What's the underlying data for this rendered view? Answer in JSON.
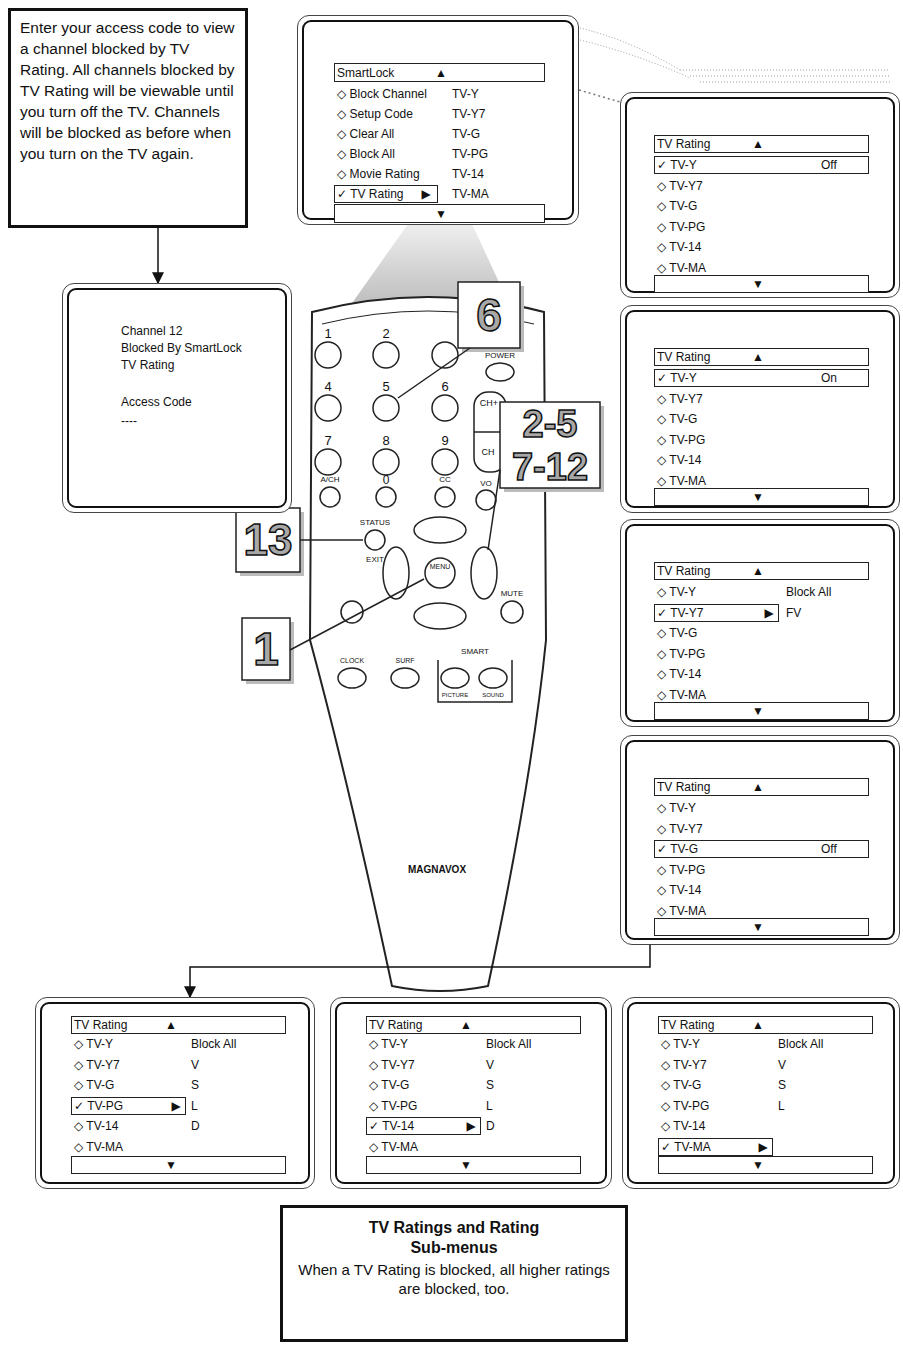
{
  "diagram": {
    "nodes": [
      {
        "text": [
          "Enter your access code to view a channel blocked by TV Rating. All channels blocked by TV Rating will be viewable until you turn off the TV. Channels will be blocked as before when you turn on the TV again."
        ]
      },
      {
        "text": [
          "SmartLock",
          "▲",
          "◇ Block Channel",
          "TV-Y",
          "◇ Setup Code",
          "TV-Y7",
          "◇ Clear All",
          "TV-G",
          "◇ Block All",
          "TV-PG",
          "◇ Movie Rating",
          "TV-14",
          "✓ TV Rating",
          "▶",
          "TV-MA",
          "▼"
        ]
      },
      {
        "text": [
          "Channel 12",
          "Blocked By SmartLock",
          "TV Rating",
          "Access Code",
          "----"
        ]
      },
      {
        "text": [
          "TV Rating",
          "▲",
          "✓ TV-Y",
          "Off",
          "◇ TV-Y7",
          "◇ TV-G",
          "◇ TV-PG",
          "◇ TV-14",
          "◇ TV-MA",
          "▼"
        ]
      },
      {
        "text": [
          "TV Rating",
          "▲",
          "✓ TV-Y",
          "On",
          "◇ TV-Y7",
          "◇ TV-G",
          "◇ TV-PG",
          "◇ TV-14",
          "◇ TV-MA",
          "▼"
        ]
      },
      {
        "text": [
          "TV Rating",
          "▲",
          "◇ TV-Y",
          "Block All",
          "✓ TV-Y7",
          "▶",
          "FV",
          "◇ TV-G",
          "◇ TV-PG",
          "◇ TV-14",
          "◇ TV-MA",
          "▼"
        ]
      },
      {
        "text": [
          "TV Rating",
          "▲",
          "◇ TV-Y",
          "◇ TV-Y7",
          "✓ TV-G",
          "Off",
          "◇ TV-PG",
          "◇ TV-14",
          "◇ TV-MA",
          "▼"
        ]
      },
      {
        "text": [
          "TV Rating",
          "▲",
          "◇ TV-Y",
          "Block All",
          "◇ TV-Y7",
          "V",
          "◇ TV-G",
          "S",
          "✓ TV-PG",
          "▶",
          "L",
          "◇ TV-14",
          "D",
          "◇ TV-MA",
          "▼"
        ]
      },
      {
        "text": [
          "TV Rating",
          "▲",
          "◇ TV-Y",
          "Block All",
          "◇ TV-Y7",
          "V",
          "◇ TV-G",
          "S",
          "◇ TV-PG",
          "L",
          "✓ TV-14",
          "▶",
          "D",
          "◇ TV-MA",
          "▼"
        ]
      },
      {
        "text": [
          "TV Rating",
          "▲",
          "◇ TV-Y",
          "Block All",
          "◇ TV-Y7",
          "V",
          "◇ TV-G",
          "S",
          "◇ TV-PG",
          "L",
          "◇ TV-14",
          "✓ TV-MA",
          "▶",
          "▼"
        ]
      },
      {
        "text": [
          "TV Ratings and Rating Sub-menus",
          "When a TV Rating is blocked, all higher ratings are blocked, too."
        ]
      }
    ],
    "edges": [
      {
        "from": 0,
        "to": 2,
        "arrow": "to"
      },
      {
        "from": 6,
        "to": 7,
        "arrow": "to"
      },
      {
        "from": 1,
        "to": 3,
        "arrow": "none"
      }
    ],
    "labels": [
      "1",
      "2",
      "POWER",
      "4",
      "5",
      "6",
      "CH+",
      "7",
      "8",
      "9",
      "CH",
      "A/CH",
      "0",
      "CC",
      "VO",
      "STATUS",
      "EXIT",
      "MENU",
      "MUTE",
      "CLOCK",
      "SURF",
      "SMART",
      "PICTURE",
      "SOUND",
      "MAGNAVOX",
      "6",
      "2-5",
      "7-12",
      "13",
      "1"
    ]
  }
}
